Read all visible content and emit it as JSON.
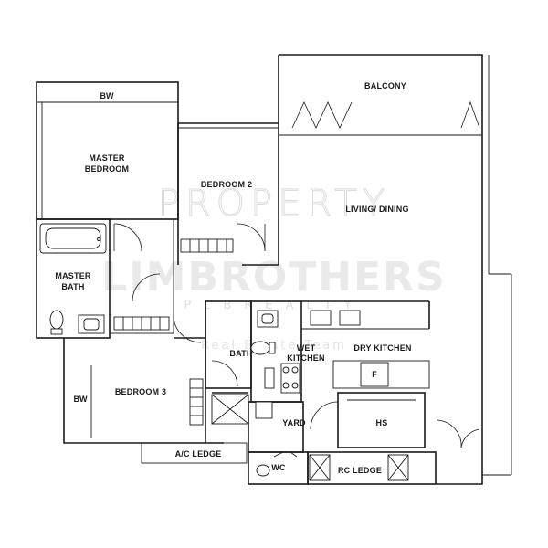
{
  "watermark": {
    "line1": "PROPERTY",
    "line2": "LIMBROTHERS",
    "line3": "PLBREALTY",
    "line4": "Real Estate Team"
  },
  "rooms": {
    "balcony": "BALCONY",
    "living_dining": "LIVING/ DINING",
    "master_bedroom_line1": "MASTER",
    "master_bedroom_line2": "BEDROOM",
    "bedroom2": "BEDROOM 2",
    "master_bath_line1": "MASTER",
    "master_bath_line2": "BATH",
    "bath": "BATH",
    "wet_kitchen_line1": "WET",
    "wet_kitchen_line2": "KITCHEN",
    "dry_kitchen": "DRY KITCHEN",
    "bedroom3": "BEDROOM 3",
    "bw_top": "BW",
    "bw_left": "BW",
    "yard": "YARD",
    "hs": "HS",
    "ac_ledge": "A/C LEDGE",
    "wc": "WC",
    "rc_ledge": "RC LEDGE",
    "fridge": "F"
  }
}
